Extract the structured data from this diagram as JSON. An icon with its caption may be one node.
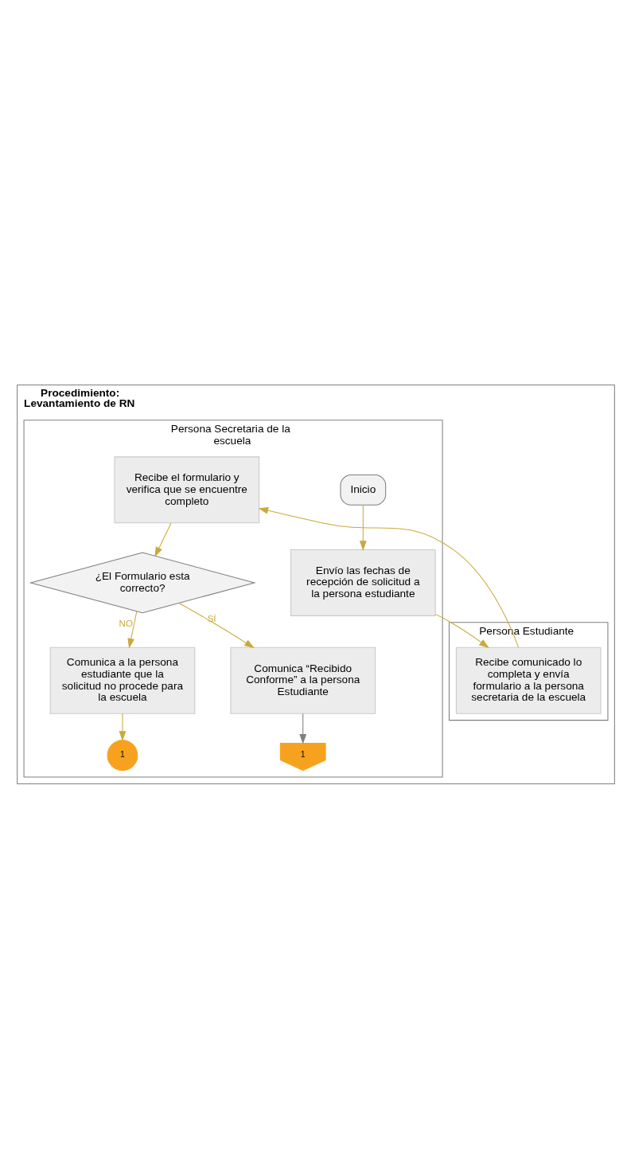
{
  "diagram": {
    "nodes": [
      {
        "text": [
          "Procedimiento: Levantamiento de RN"
        ]
      },
      {
        "text": [
          "Persona Secretaria de la escuela"
        ],
        "in": 0
      },
      {
        "text": [
          "Persona Estudiante"
        ],
        "in": 0
      },
      {
        "text": [
          "Inicio"
        ],
        "in": 1
      },
      {
        "text": [
          "Envío las fechas de recepción de solicitud a la persona estudiante"
        ],
        "in": 1
      },
      {
        "text": [
          "Recibe comunicado lo completa y envía formulario a la persona secretaria de la escuela"
        ],
        "in": 2
      },
      {
        "text": [
          "Recibe el formulario y verifica que se encuentre completo"
        ],
        "in": 1
      },
      {
        "text": [
          "¿El Formulario esta correcto?"
        ],
        "in": 1
      },
      {
        "text": [
          "Comunica a la persona estudiante que la solicitud no procede para la escuela"
        ],
        "in": 1
      },
      {
        "text": [
          "1"
        ],
        "in": 1
      },
      {
        "text": [
          "Comunica “Recibido Conforme” a la persona Estudiante"
        ],
        "in": 1
      },
      {
        "text": [
          "1"
        ],
        "in": 1
      }
    ],
    "edges": [
      {
        "from": 3,
        "to": 4,
        "arrow": "to"
      },
      {
        "from": 4,
        "to": 5,
        "arrow": "to"
      },
      {
        "from": 5,
        "to": 6,
        "arrow": "to"
      },
      {
        "from": 6,
        "to": 7,
        "arrow": "to"
      },
      {
        "from": 7,
        "to": 8,
        "arrow": "to",
        "label": "NO"
      },
      {
        "from": 8,
        "to": 9,
        "arrow": "to"
      },
      {
        "from": 7,
        "to": 10,
        "arrow": "to",
        "label": "SÍ"
      },
      {
        "from": 10,
        "to": 11,
        "arrow": "to",
        "color": "#7f7f7f"
      }
    ]
  }
}
